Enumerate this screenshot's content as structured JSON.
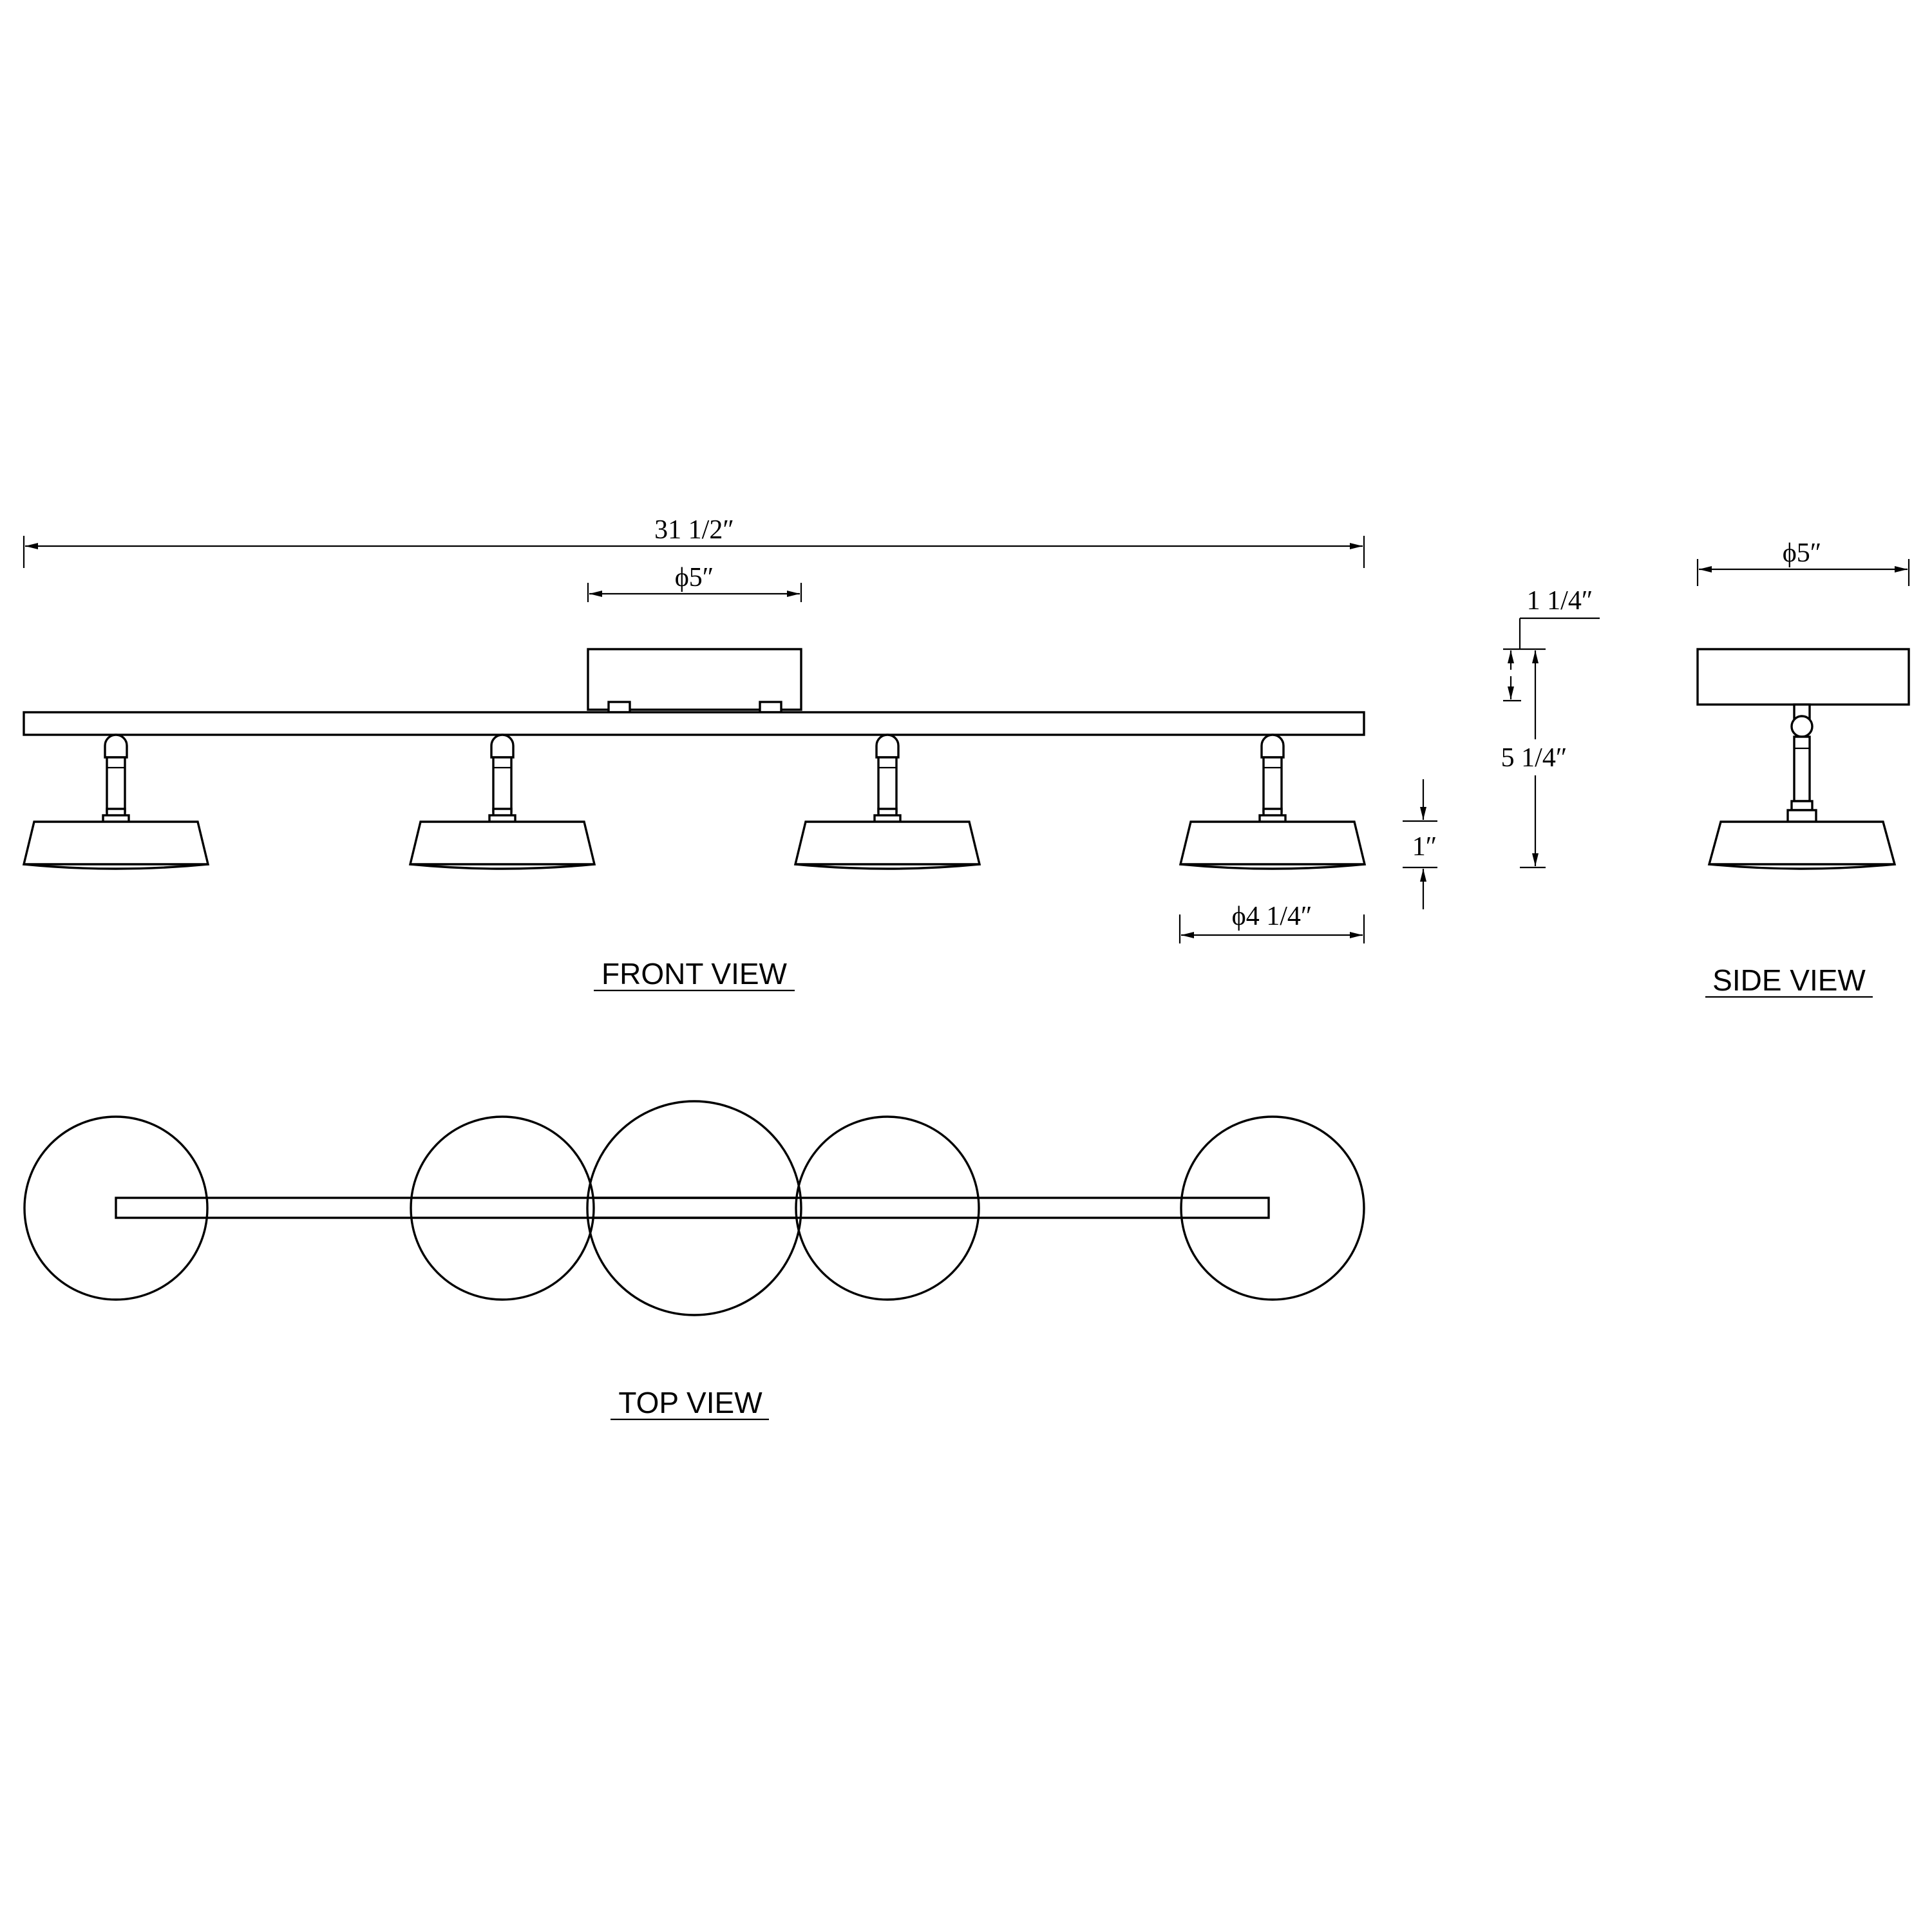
{
  "dimensions": {
    "overall_length": "31 1/2″",
    "canopy_diameter": "ϕ5″",
    "canopy_height": "1 1/4″",
    "overall_height": "5 1/4″",
    "shade_height": "1″",
    "shade_diameter": "ϕ4 1/4″",
    "side_canopy_diameter": "ϕ5″"
  },
  "views": {
    "front": "FRONT  VIEW",
    "side": "SIDE  VIEW",
    "top": "TOP  VIEW"
  }
}
